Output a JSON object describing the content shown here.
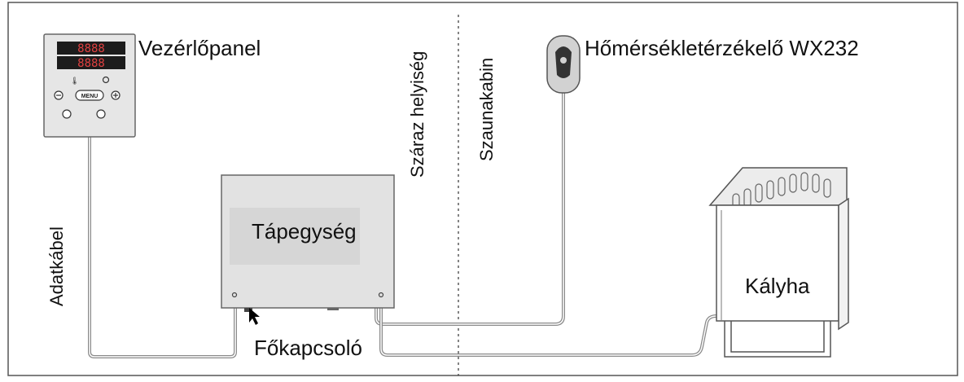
{
  "labels": {
    "control_panel": "Vezérlőpanel",
    "sensor": "Hőmérsékletérzékelő WX232",
    "dry_room": "Száraz helyiség",
    "sauna_cabin": "Szaunakabin",
    "power_unit": "Tápegység",
    "data_cable": "Adatkábel",
    "heater": "Kályha",
    "main_switch": "Főkapcsoló"
  },
  "panel": {
    "display_top": "8888",
    "display_bottom": "8888",
    "menu_button": "MENU"
  },
  "colors": {
    "frame": "#555555",
    "panel_bg": "#e6e6e6",
    "display_bg": "#1c1c1c",
    "display_digits": "#e04040",
    "power_unit_bg": "#e2e2e2",
    "power_unit_label_bg": "#d6d6d6",
    "cable": "#8a8a8a",
    "line": "#444444"
  }
}
